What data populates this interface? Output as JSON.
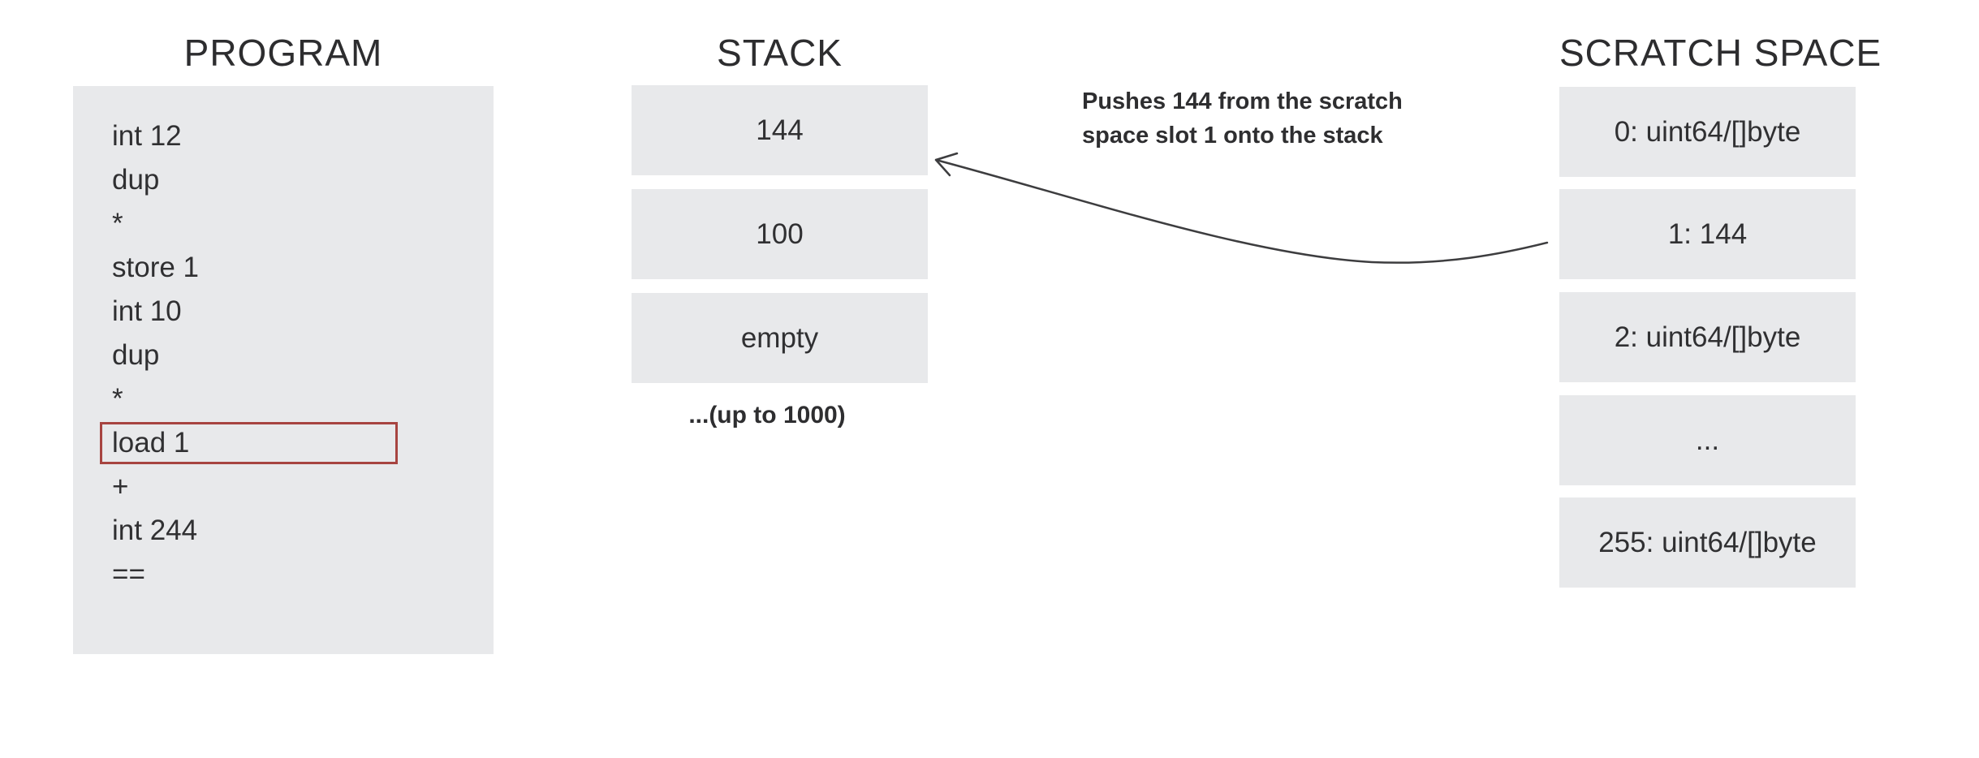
{
  "diagram": {
    "program": {
      "title": "PROGRAM",
      "lines": [
        "int 12",
        "dup",
        "*",
        "store 1",
        "int 10",
        "dup",
        "*",
        "load 1",
        "+",
        "int 244",
        "=="
      ],
      "highlighted_line": "load 1",
      "highlighted_index": 7
    },
    "stack": {
      "title": "STACK",
      "slots": [
        "144",
        "100",
        "empty"
      ],
      "caption": "...(up to 1000)"
    },
    "scratch_space": {
      "title": "SCRATCH SPACE",
      "slots": [
        "0: uint64/[]byte",
        "1: 144",
        "2: uint64/[]byte",
        "...",
        "255: uint64/[]byte"
      ]
    },
    "annotation": {
      "line1": "Pushes 144 from the scratch",
      "line2": "space slot 1 onto the stack"
    },
    "colors": {
      "slot_background": "#e8e9eb",
      "text": "#303032",
      "highlight_border": "#a74440",
      "arrow": "#3d3d3f"
    }
  }
}
